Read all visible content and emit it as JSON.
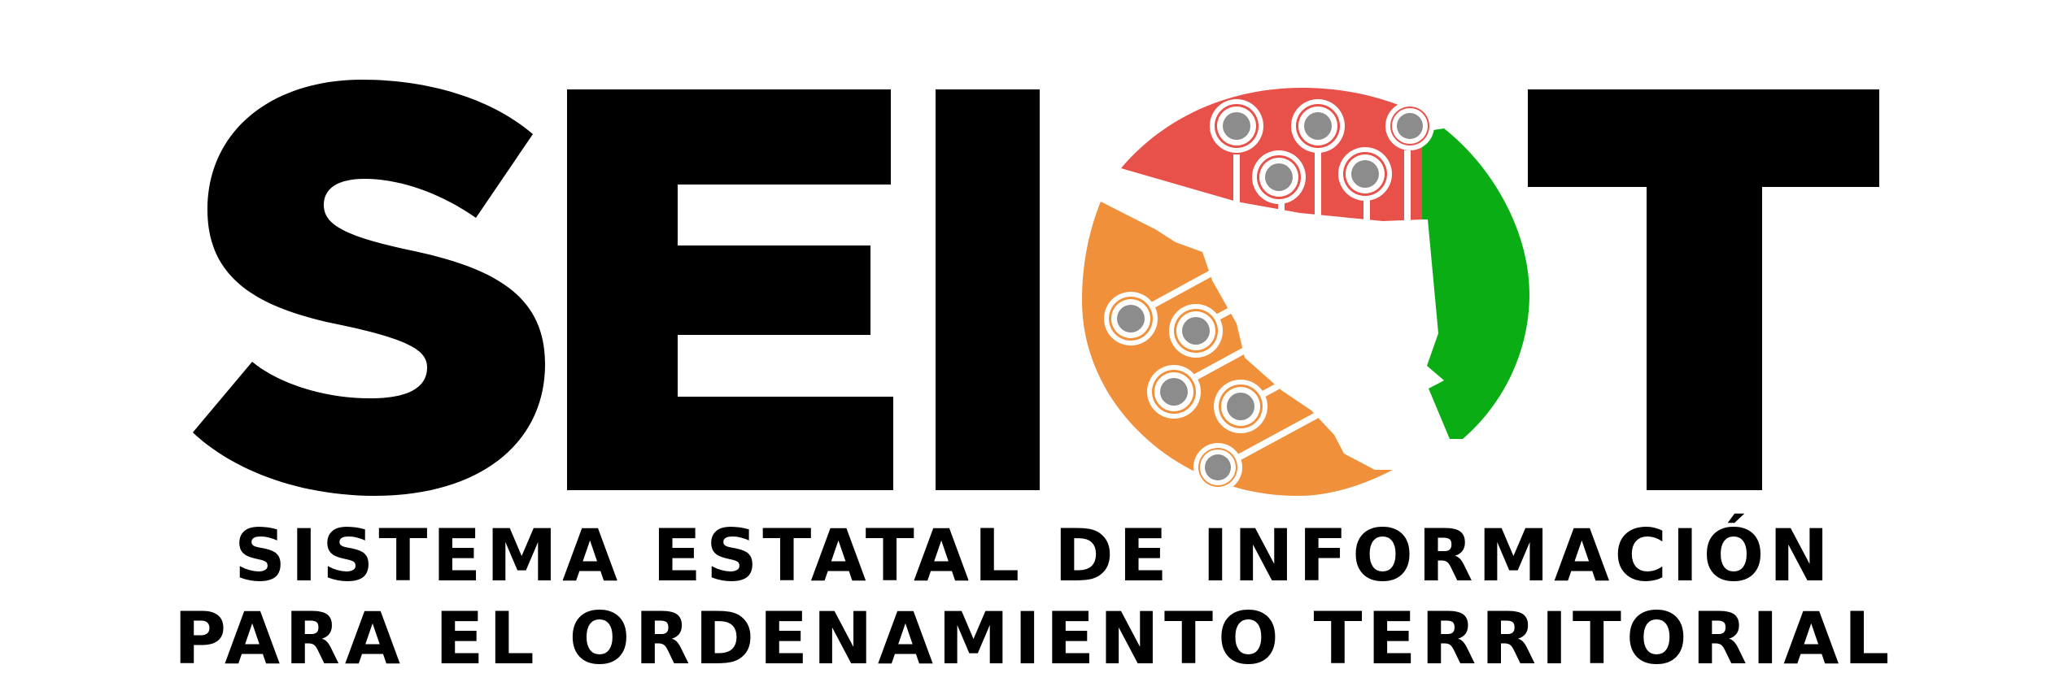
{
  "logo": {
    "wordmark": "SEIOT",
    "colors": {
      "black": "#000000",
      "red": "#E8504A",
      "green": "#0AAE14",
      "orange": "#F0903A",
      "dot": "#8C8C8C",
      "white": "#FFFFFF"
    }
  },
  "subtitle": {
    "line1": "SISTEMA ESTATAL DE INFORMACIÓN",
    "line2": "PARA EL ORDENAMIENTO TERRITORIAL"
  }
}
